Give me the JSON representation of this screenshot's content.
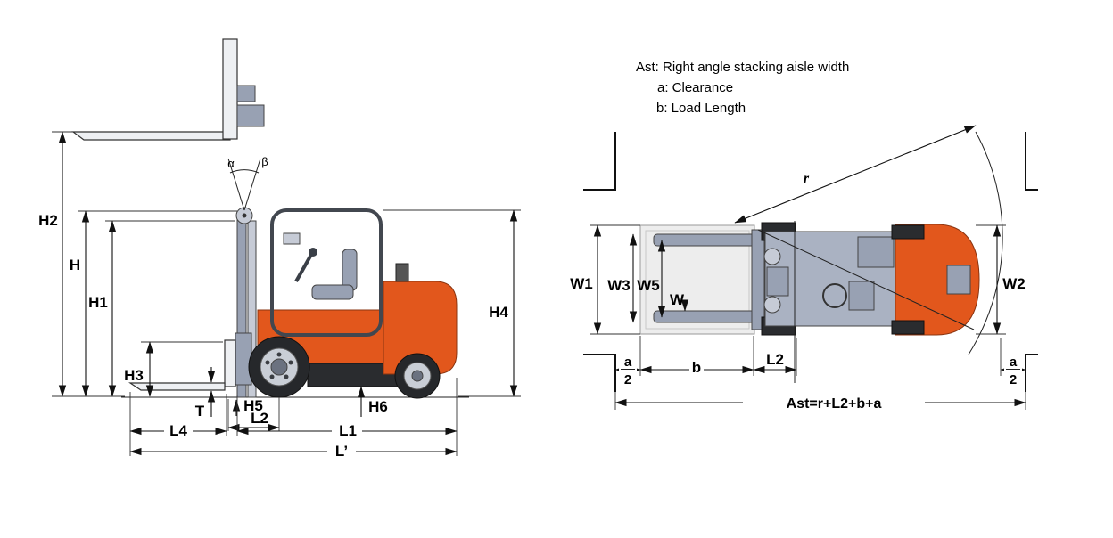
{
  "legend": {
    "line1": "Ast: Right angle stacking aisle width",
    "line2": "a: Clearance",
    "line3": "b: Load Length"
  },
  "side_view": {
    "h2": "H2",
    "h": "H",
    "h1": "H1",
    "h3": "H3",
    "h4": "H4",
    "h5": "H5",
    "h6": "H6",
    "t": "T",
    "l2": "L2",
    "l1": "L1",
    "l4": "L4",
    "l_prime": "L’",
    "alpha": "α",
    "beta": "β"
  },
  "top_view": {
    "w1": "W1",
    "w2": "W2",
    "w3": "W3",
    "w5": "W5",
    "w": "W",
    "r": "r",
    "b": "b",
    "l2": "L2",
    "a_numerator": "a",
    "a_denominator": "2",
    "formula": "Ast=r+L2+b+a"
  },
  "colors": {
    "body_orange": "#E2571C",
    "steel_gray": "#98A1B3",
    "steel_light": "#C6CBD6",
    "line": "#111111"
  }
}
